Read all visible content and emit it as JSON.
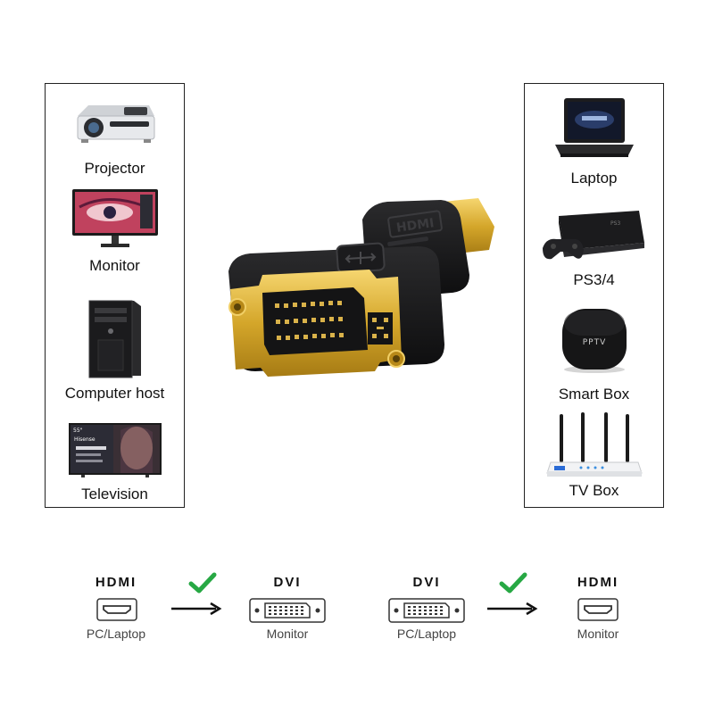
{
  "left_panel": {
    "items": [
      {
        "label": "Projector",
        "icon": "projector-icon"
      },
      {
        "label": "Monitor",
        "icon": "monitor-icon"
      },
      {
        "label": "Computer host",
        "icon": "computer-tower-icon"
      },
      {
        "label": "Television",
        "icon": "television-icon"
      }
    ],
    "tv_size": "55\"",
    "tv_brand": "Hisense"
  },
  "right_panel": {
    "items": [
      {
        "label": "Laptop",
        "icon": "laptop-icon"
      },
      {
        "label": "PS3/4",
        "icon": "game-console-icon"
      },
      {
        "label": "Smart Box",
        "icon": "smart-box-icon"
      },
      {
        "label": "TV Box",
        "icon": "router-icon"
      }
    ],
    "smart_box_brand": "PPTV"
  },
  "adapter": {
    "hdmi_mark": "HDMI",
    "body_color": "#151515",
    "gold_color": "#d4a62a"
  },
  "conversions": [
    {
      "from_title": "HDMI",
      "from_caption": "PC/Laptop",
      "to_title": "DVI",
      "to_caption": "Monitor"
    },
    {
      "from_title": "DVI",
      "from_caption": "PC/Laptop",
      "to_title": "HDMI",
      "to_caption": "Monitor"
    }
  ],
  "colors": {
    "check": "#27a844",
    "text": "#111111",
    "caption": "#444444"
  }
}
